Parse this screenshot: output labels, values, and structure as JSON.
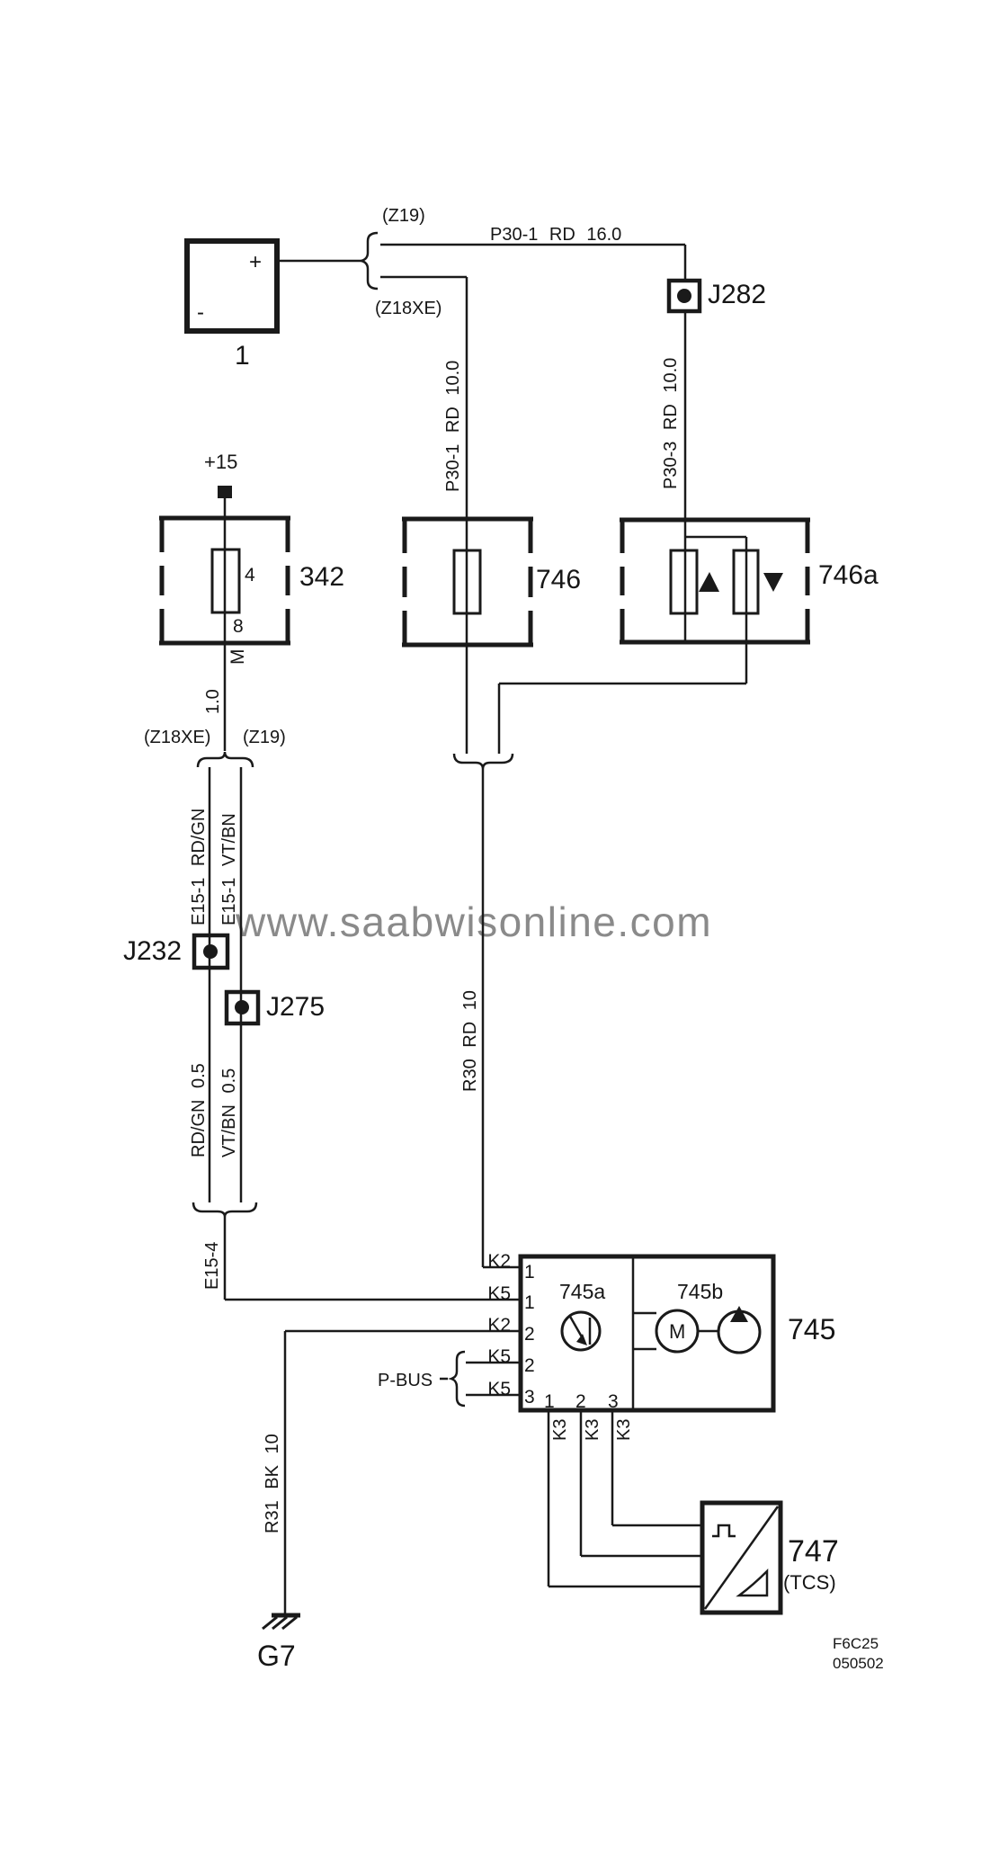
{
  "colors": {
    "line": "#1a1a1a",
    "watermark_gray": "#8a8a8a",
    "background": "#ffffff"
  },
  "watermark": "www.saabwisonline.com",
  "doc_ref": {
    "code": "F6C25",
    "date": "050502"
  },
  "engine_variants": {
    "z19": "(Z19)",
    "z18xe": "(Z18XE)"
  },
  "components": {
    "battery": {
      "id": "1",
      "plus": "+",
      "minus": "-"
    },
    "terminal_15": "+15",
    "fuse_box_342": "342",
    "relay_746": "746",
    "relay_746a": "746a",
    "joint_j282": "J282",
    "joint_j232": "J232",
    "joint_j275": "J275",
    "abs_unit_745": {
      "id": "745",
      "pump_section": "745a",
      "motor_section": "745b",
      "motor": "M"
    },
    "tcs_unit_747": {
      "id": "747",
      "system": "(TCS)"
    },
    "ground_g7": "G7"
  },
  "wires": {
    "p30_1_main": "P30-1 RD 16.0",
    "p30_1_branch": "P30-1 RD 10.0",
    "p30_3": "P30-3 RD 10.0",
    "fuse342_out_size": "1.0",
    "e15_1_rdgn": "E15-1 RD/GN",
    "e15_1_vtbn": "E15-1 VT/BN",
    "rdgn_05": "RD/GN 0.5",
    "vtbn_05": "VT/BN 0.5",
    "e15_4": "E15-4",
    "r30": "R30 RD 10",
    "r31": "R31 BK 10"
  },
  "connectors": {
    "k2": "K2",
    "k5": "K5",
    "k3": "K3",
    "m": "M"
  },
  "pins": {
    "p1": "1",
    "p2": "2",
    "p3": "3",
    "p4": "4",
    "p8": "8"
  },
  "bus": {
    "p_bus": "P-BUS"
  }
}
